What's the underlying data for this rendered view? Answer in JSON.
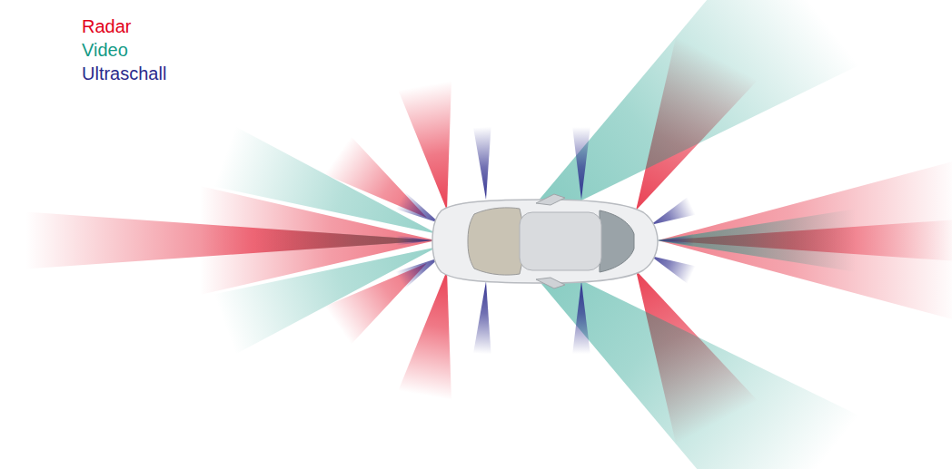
{
  "diagram": {
    "legend": [
      {
        "text": "Radar",
        "color": "#e2001a"
      },
      {
        "text": "Video",
        "color": "#139a86"
      },
      {
        "text": "Ultraschall",
        "color": "#2b2a8c"
      }
    ]
  }
}
